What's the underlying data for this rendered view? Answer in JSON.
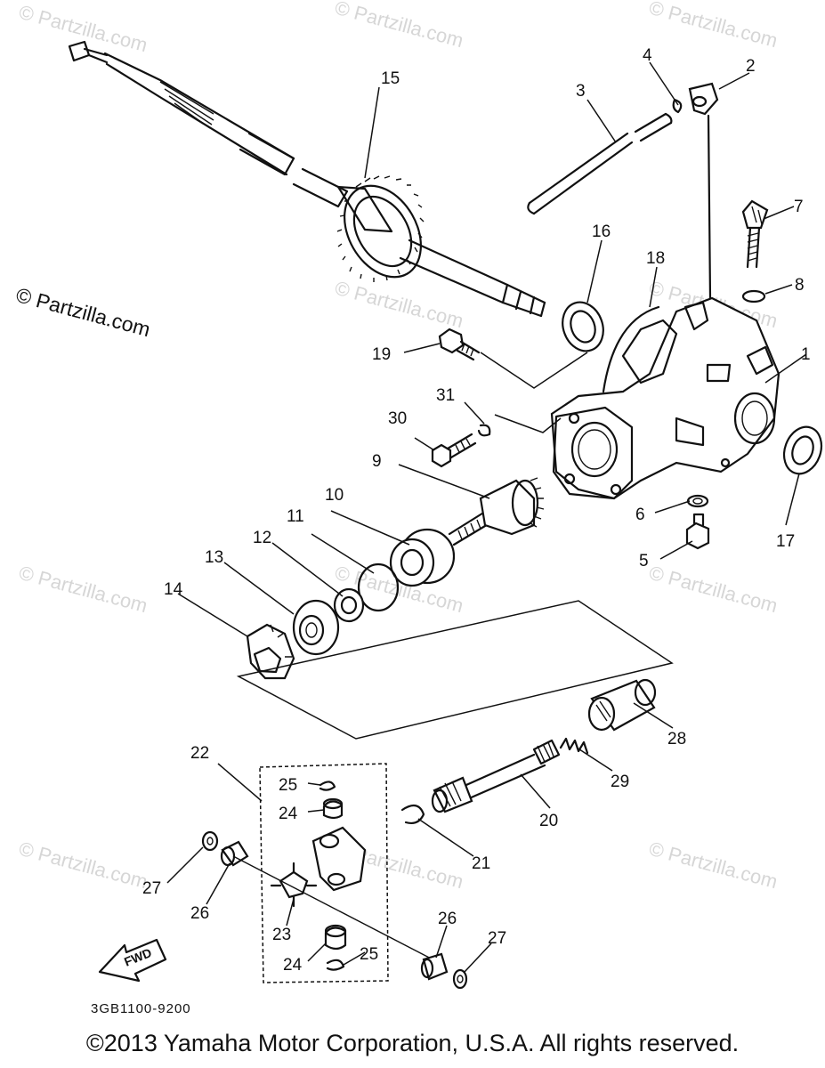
{
  "watermark": "© Partzilla.com",
  "side_watermark": "© Partzilla.com",
  "drawing_code": "3GB1100-9200",
  "copyright": "©2013  Yamaha Motor Corporation, U.S.A. All rights reserved.",
  "fwd_label": "FWD",
  "callouts": {
    "c1": "1",
    "c2": "2",
    "c3": "3",
    "c4": "4",
    "c5": "5",
    "c6": "6",
    "c7": "7",
    "c8": "8",
    "c9": "9",
    "c10": "10",
    "c11": "11",
    "c12": "12",
    "c13": "13",
    "c14": "14",
    "c15": "15",
    "c16": "16",
    "c17": "17",
    "c18": "18",
    "c19": "19",
    "c20": "20",
    "c21": "21",
    "c22": "22",
    "c23": "23",
    "c24a": "24",
    "c24b": "24",
    "c25a": "25",
    "c25b": "25",
    "c26a": "26",
    "c26b": "26",
    "c27a": "27",
    "c27b": "27",
    "c28": "28",
    "c29": "29",
    "c30": "30",
    "c31": "31"
  }
}
